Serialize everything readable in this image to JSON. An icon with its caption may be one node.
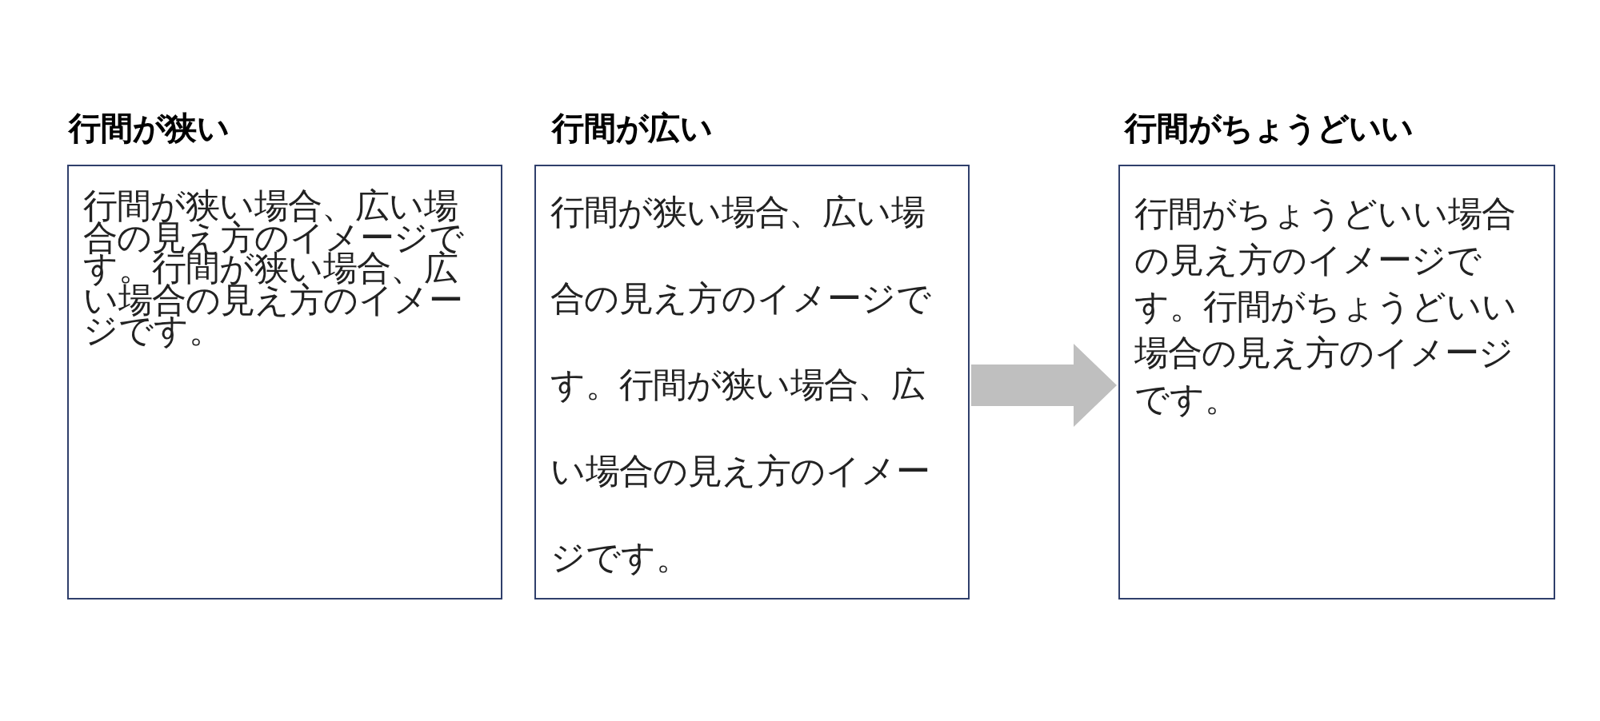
{
  "diagram": {
    "nodes": [
      {
        "text": [
          "行間が狭い",
          "行間が狭い場合、広い場合の見え方のイメージです。行間が狭い場合、広い場合の見え方のイメージです。"
        ]
      },
      {
        "text": [
          "行間が広い",
          "行間が狭い場合、広い場合の見え方のイメージです。行間が狭い場合、広い場合の見え方のイメージです。"
        ]
      },
      {
        "text": [
          "行間がちょうどいい",
          "行間がちょうどいい場合の見え方のイメージです。行間がちょうどいい場合の見え方のイメージです。"
        ]
      }
    ],
    "edges": [
      {
        "from": 1,
        "to": 2,
        "arrow": "to"
      }
    ]
  }
}
